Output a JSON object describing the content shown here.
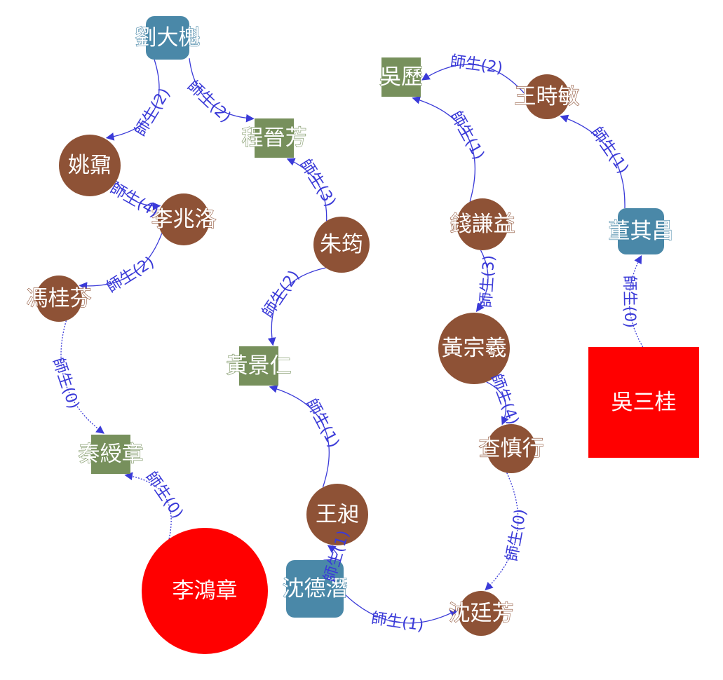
{
  "colors": {
    "edge": "#3a3ad8",
    "person_circle": "#8e5236",
    "teacher_square": "#4a88a8",
    "student_square": "#77905c",
    "highlight": "#ff0000"
  },
  "graph": {
    "nodes": [
      {
        "id": "liu_dakui",
        "label": "劉大櫆",
        "kind": "rounded-square",
        "color": "#4a88a8"
      },
      {
        "id": "yao_nai",
        "label": "姚鼐",
        "kind": "circle",
        "color": "#8e5236"
      },
      {
        "id": "li_zhaoluo",
        "label": "李兆洛",
        "kind": "circle",
        "color": "#8e5236"
      },
      {
        "id": "feng_guifen",
        "label": "馮桂芬",
        "kind": "circle",
        "color": "#8e5236"
      },
      {
        "id": "qin_shouzhang",
        "label": "秦綬章",
        "kind": "square",
        "color": "#77905c"
      },
      {
        "id": "li_hongzhang",
        "label": "李鴻章",
        "kind": "circle",
        "color": "#ff0000"
      },
      {
        "id": "cheng_jinfang",
        "label": "程晉芳",
        "kind": "square",
        "color": "#77905c"
      },
      {
        "id": "zhu_yun",
        "label": "朱筠",
        "kind": "circle",
        "color": "#8e5236"
      },
      {
        "id": "huang_jingren",
        "label": "黃景仁",
        "kind": "square",
        "color": "#77905c"
      },
      {
        "id": "wang_chang",
        "label": "王昶",
        "kind": "circle",
        "color": "#8e5236"
      },
      {
        "id": "shen_deqian",
        "label": "沈德潛",
        "kind": "rounded-square",
        "color": "#4a88a8"
      },
      {
        "id": "shen_tingfang",
        "label": "沈廷芳",
        "kind": "circle",
        "color": "#8e5236"
      },
      {
        "id": "cha_shenxing",
        "label": "查慎行",
        "kind": "circle",
        "color": "#8e5236"
      },
      {
        "id": "huang_zongxi",
        "label": "黃宗羲",
        "kind": "circle",
        "color": "#8e5236"
      },
      {
        "id": "qian_qianyi",
        "label": "錢謙益",
        "kind": "circle",
        "color": "#8e5236"
      },
      {
        "id": "wu_li",
        "label": "吳歷",
        "kind": "square",
        "color": "#77905c"
      },
      {
        "id": "wang_shimin",
        "label": "王時敏",
        "kind": "circle",
        "color": "#8e5236"
      },
      {
        "id": "dong_qichang",
        "label": "董其昌",
        "kind": "rounded-square",
        "color": "#4a88a8"
      },
      {
        "id": "wu_sangui",
        "label": "吳三桂",
        "kind": "square",
        "color": "#ff0000"
      }
    ],
    "edges": [
      {
        "from": "liu_dakui",
        "to": "yao_nai",
        "label": "師生(2)",
        "style": "solid"
      },
      {
        "from": "liu_dakui",
        "to": "cheng_jinfang",
        "label": "師生(2)",
        "style": "solid"
      },
      {
        "from": "yao_nai",
        "to": "li_zhaoluo",
        "label": "師生(4)",
        "style": "solid"
      },
      {
        "from": "li_zhaoluo",
        "to": "feng_guifen",
        "label": "師生(2)",
        "style": "solid"
      },
      {
        "from": "feng_guifen",
        "to": "qin_shouzhang",
        "label": "師生(0)",
        "style": "dotted"
      },
      {
        "from": "li_hongzhang",
        "to": "qin_shouzhang",
        "label": "師生(0)",
        "style": "dotted"
      },
      {
        "from": "zhu_yun",
        "to": "cheng_jinfang",
        "label": "師生(3)",
        "style": "solid"
      },
      {
        "from": "zhu_yun",
        "to": "huang_jingren",
        "label": "師生(2)",
        "style": "solid"
      },
      {
        "from": "wang_chang",
        "to": "huang_jingren",
        "label": "師生(1)",
        "style": "solid"
      },
      {
        "from": "shen_deqian",
        "to": "wang_chang",
        "label": "師生(1)",
        "style": "solid"
      },
      {
        "from": "shen_deqian",
        "to": "shen_tingfang",
        "label": "師生(1)",
        "style": "solid"
      },
      {
        "from": "cha_shenxing",
        "to": "shen_tingfang",
        "label": "師生(0)",
        "style": "dotted"
      },
      {
        "from": "huang_zongxi",
        "to": "cha_shenxing",
        "label": "師生(4)",
        "style": "solid"
      },
      {
        "from": "qian_qianyi",
        "to": "huang_zongxi",
        "label": "師生(3)",
        "style": "solid"
      },
      {
        "from": "qian_qianyi",
        "to": "wu_li",
        "label": "師生(1)",
        "style": "solid"
      },
      {
        "from": "wang_shimin",
        "to": "wu_li",
        "label": "師生(2)",
        "style": "solid"
      },
      {
        "from": "dong_qichang",
        "to": "wang_shimin",
        "label": "師生(1)",
        "style": "solid"
      },
      {
        "from": "wu_sangui",
        "to": "dong_qichang",
        "label": "師生(0)",
        "style": "dotted"
      }
    ]
  }
}
